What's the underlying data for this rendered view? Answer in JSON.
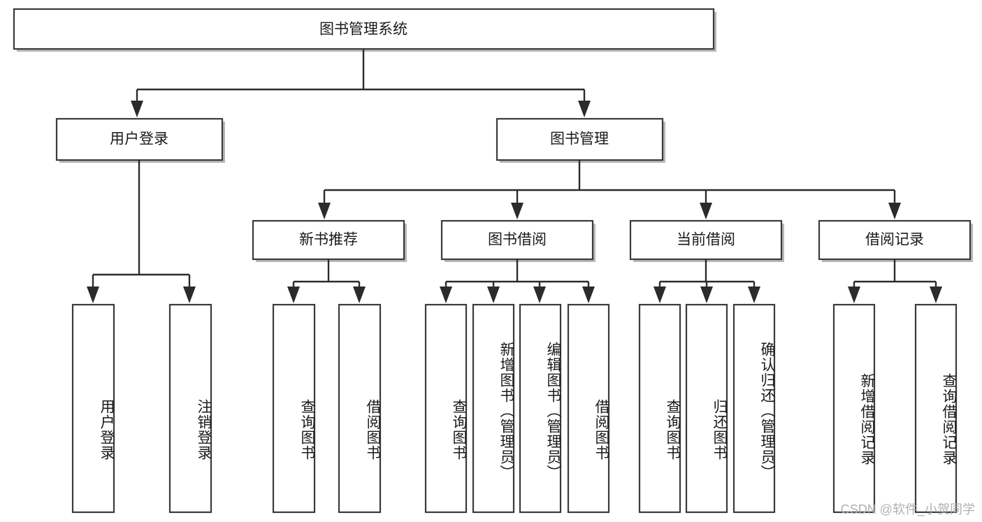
{
  "diagram": {
    "type": "tree-hierarchy-chart",
    "title": "图书管理系统",
    "orientation": "top-down",
    "colors": {
      "box_stroke": "#3a3a3a",
      "box_fill": "#ffffff",
      "connector": "#2b2b2b",
      "text": "#1a1a1a",
      "watermark": "#b0b0b0"
    },
    "levels": {
      "root": {
        "label": "图书管理系统"
      },
      "level2": [
        {
          "id": "user-login",
          "label": "用户登录"
        },
        {
          "id": "book-manage",
          "label": "图书管理"
        }
      ],
      "level3": [
        {
          "id": "new-book-rec",
          "label": "新书推荐",
          "parent": "book-manage"
        },
        {
          "id": "book-borrow",
          "label": "图书借阅",
          "parent": "book-manage"
        },
        {
          "id": "current-borrow",
          "label": "当前借阅",
          "parent": "book-manage"
        },
        {
          "id": "borrow-record",
          "label": "借阅记录",
          "parent": "book-manage"
        }
      ],
      "leaves": [
        {
          "id": "leaf-user-login",
          "label": "用户登录",
          "parent": "user-login"
        },
        {
          "id": "leaf-logout",
          "label": "注销登录",
          "parent": "user-login"
        },
        {
          "id": "leaf-query-book-1",
          "label": "查询图书",
          "parent": "new-book-rec"
        },
        {
          "id": "leaf-borrow-book-1",
          "label": "借阅图书",
          "parent": "new-book-rec"
        },
        {
          "id": "leaf-query-book-2",
          "label": "查询图书",
          "parent": "book-borrow"
        },
        {
          "id": "leaf-add-book",
          "label": "新增图书（管理员）",
          "parent": "book-borrow"
        },
        {
          "id": "leaf-edit-book",
          "label": "编辑图书（管理员）",
          "parent": "book-borrow"
        },
        {
          "id": "leaf-borrow-book-2",
          "label": "借阅图书",
          "parent": "book-borrow"
        },
        {
          "id": "leaf-query-book-3",
          "label": "查询图书",
          "parent": "current-borrow"
        },
        {
          "id": "leaf-return-book",
          "label": "归还图书",
          "parent": "current-borrow"
        },
        {
          "id": "leaf-confirm-return",
          "label": "确认归还（管理员）",
          "parent": "current-borrow"
        },
        {
          "id": "leaf-add-record",
          "label": "新增借阅记录",
          "parent": "borrow-record"
        },
        {
          "id": "leaf-query-record",
          "label": "查询借阅记录",
          "parent": "borrow-record"
        }
      ]
    }
  },
  "watermark": {
    "text": "CSDN @软件_小贺同学"
  }
}
